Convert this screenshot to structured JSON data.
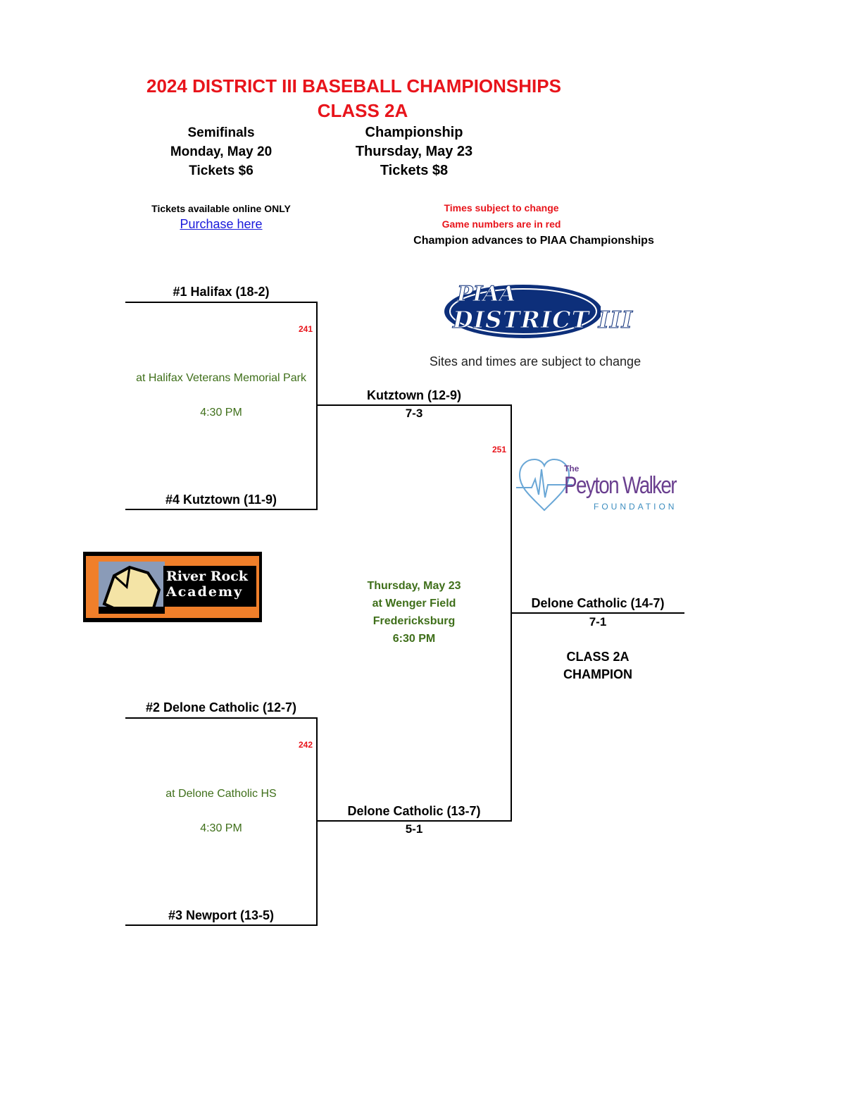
{
  "header": {
    "title": "2024 DISTRICT III BASEBALL CHAMPIONSHIPS",
    "subtitle": "CLASS 2A"
  },
  "rounds": {
    "semifinals": {
      "name": "Semifinals",
      "date": "Monday, May 20",
      "tickets": "Tickets $6"
    },
    "championship": {
      "name": "Championship",
      "date": "Thursday, May 23",
      "tickets": "Tickets $8"
    }
  },
  "tickets": {
    "note": "Tickets available online ONLY",
    "link_label": "Purchase here"
  },
  "notes": {
    "times": "Times subject to change",
    "game_numbers": "Game numbers are in red",
    "advance": "Champion advances to PIAA Championships",
    "sites": "Sites and times are subject to change"
  },
  "logos": {
    "piaa_top": "PIAA",
    "piaa_bottom": "DISTRICT III",
    "peyton_the": "The",
    "peyton_name": "Peyton Walker",
    "peyton_foundation": "FOUNDATION",
    "river_rock_1": "River Rock",
    "river_rock_2": "Academy"
  },
  "bracket": {
    "game241": {
      "number": "241",
      "team_top": "#1 Halifax (18-2)",
      "team_bottom": "#4 Kutztown (11-9)",
      "site": "at Halifax Veterans Memorial Park",
      "time": "4:30 PM",
      "winner": "Kutztown (12-9)",
      "score": "7-3"
    },
    "game242": {
      "number": "242",
      "team_top": "#2 Delone Catholic (12-7)",
      "team_bottom": "#3 Newport (13-5)",
      "site": "at Delone Catholic HS",
      "time": "4:30 PM",
      "winner": "Delone Catholic (13-7)",
      "score": "5-1"
    },
    "game251": {
      "number": "251",
      "date": "Thursday, May 23",
      "site": "at Wenger Field",
      "city": "Fredericksburg",
      "time": "6:30 PM",
      "winner": "Delone Catholic (14-7)",
      "score": "7-1",
      "champion_line1": "CLASS 2A",
      "champion_line2": "CHAMPION"
    }
  }
}
